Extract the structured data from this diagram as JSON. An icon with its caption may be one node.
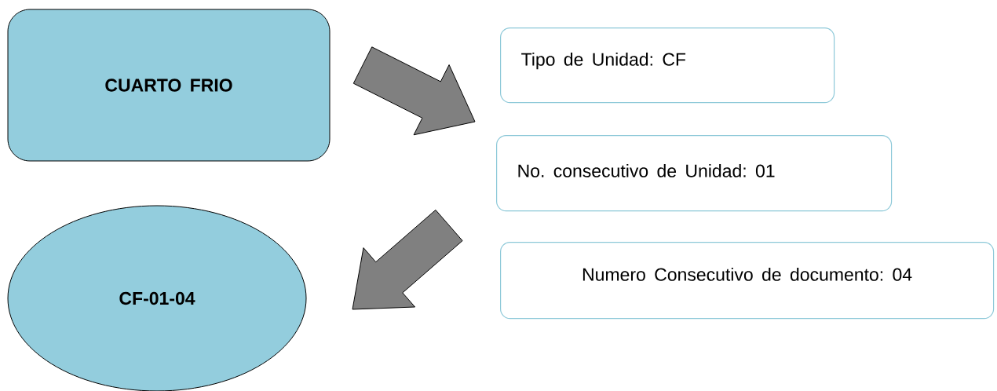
{
  "diagram": {
    "nodes": [
      {
        "text": [
          "CUARTO FRIO"
        ]
      },
      {
        "text": [
          "Tipo de Unidad: CF"
        ]
      },
      {
        "text": [
          "No. consecutivo de Unidad: 01"
        ]
      },
      {
        "text": [
          "Numero Consecutivo de documento: 04"
        ]
      },
      {
        "text": [
          "CF-01-04"
        ]
      }
    ],
    "edges": [
      {
        "from": 0,
        "to": 1,
        "arrow": "to"
      },
      {
        "from": 2,
        "to": 4,
        "arrow": "to"
      }
    ]
  }
}
